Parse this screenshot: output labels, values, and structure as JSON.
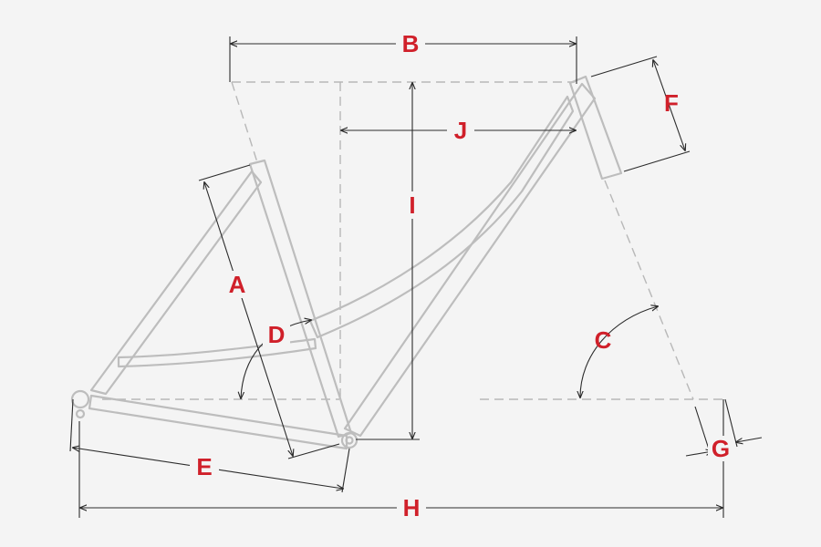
{
  "diagram": {
    "labels": {
      "a": "A",
      "b": "B",
      "c": "C",
      "d": "D",
      "e": "E",
      "f": "F",
      "g": "G",
      "h": "H",
      "i": "I",
      "j": "J"
    },
    "colors": {
      "background": "#f4f4f4",
      "frame": "#bdbdbd",
      "dimension_line": "#2b2b2b",
      "label": "#d0202a"
    }
  }
}
